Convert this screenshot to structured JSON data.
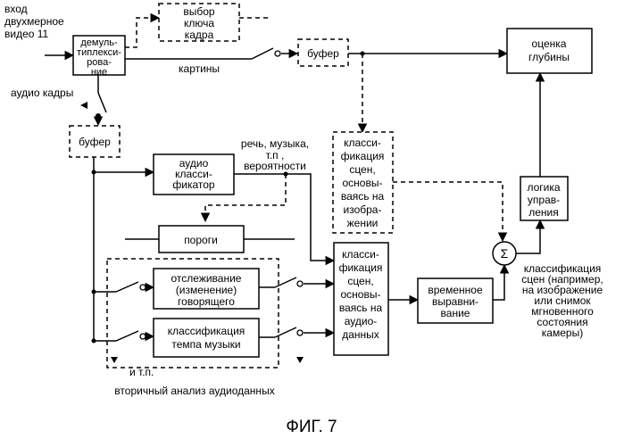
{
  "input_label": [
    "вход",
    "двухмерное",
    "видео 11"
  ],
  "demux": [
    "демуль-",
    "типлекси-",
    "рова-",
    "ние"
  ],
  "keyframe": [
    "выбор",
    "ключа",
    "кадра"
  ],
  "pictures_label": "картины",
  "audio_frames_label": "аудио кадры",
  "buffer_top": "буфер",
  "buffer_left": "буфер",
  "depth": [
    "оценка",
    "глубины"
  ],
  "speech_label": [
    "речь, музыка,",
    "т.п ,",
    "вероятности"
  ],
  "audio_classifier": [
    "аудио",
    "класси-",
    "фикатор"
  ],
  "image_scene_class": [
    "класси-",
    "фикация",
    "сцен,",
    "основы-",
    "ваясь на",
    "изобра-",
    "жении"
  ],
  "control_logic": [
    "логика",
    "управ-",
    "ления"
  ],
  "thresholds": "пороги",
  "audio_scene_class": [
    "класси-",
    "фикация",
    "сцен,",
    "основы-",
    "ваясь на",
    "аудио-",
    "данных"
  ],
  "speaker_tracking": [
    "отслеживание",
    "(изменение)",
    "говорящего"
  ],
  "music_tempo": [
    "классификация",
    "темпа музыки"
  ],
  "time_align": [
    "временное",
    "выравни-",
    "вание"
  ],
  "sigma": "Σ",
  "scene_class_note": [
    "классификация",
    "сцен (например,",
    "на изображение",
    "или снимок",
    "мгновенного",
    "состояния",
    "камеры)"
  ],
  "etc_label": "и т.п.",
  "secondary_label": "вторичный анализ аудиоданных",
  "caption": "ФИГ. 7"
}
